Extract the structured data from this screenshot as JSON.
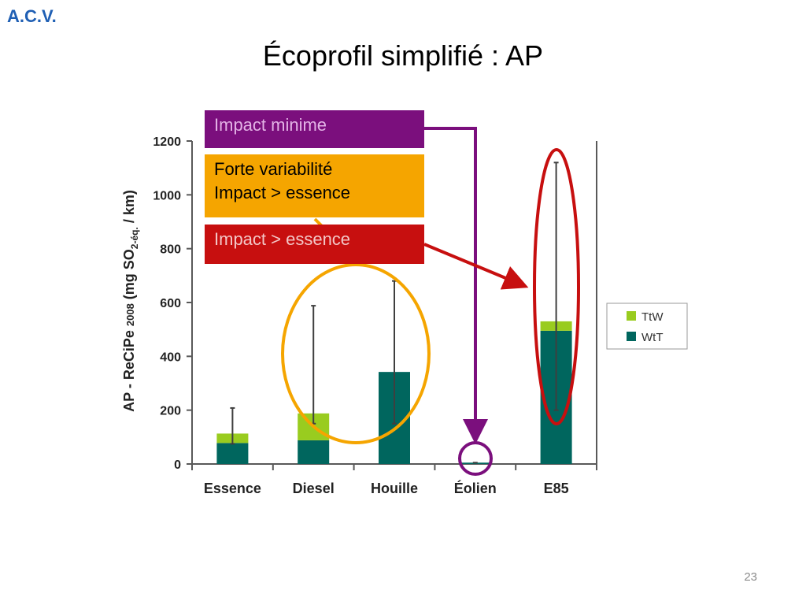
{
  "header": {
    "brand": "A.C.V.",
    "title": "Écoprofil simplifié : AP"
  },
  "footer": {
    "page_number": "23"
  },
  "colors": {
    "wtt": "#00665e",
    "ttw": "#99cc1f",
    "error_bar": "#3f3f3f",
    "axis": "#595959",
    "purple": "#7b0f7d",
    "orange": "#f5a500",
    "red": "#c70f0f",
    "brand": "#1f5fb4"
  },
  "callouts": {
    "minimal": "Impact minime",
    "variability_line1": "Forte variabilité",
    "variability_line2": "Impact > essence",
    "greater": "Impact > essence"
  },
  "chart_data": {
    "type": "bar",
    "stacked": true,
    "categories": [
      "Essence",
      "Diesel",
      "Houille",
      "Éolien",
      "E85"
    ],
    "ylabel_main": "AP - ReCiPe ",
    "ylabel_small": "2008",
    "ylabel_unit": " (mg SO",
    "ylabel_sub": "2-éq.",
    "ylabel_end": " / km)",
    "ylim": [
      0,
      1200
    ],
    "yticks": [
      "0",
      "200",
      "400",
      "600",
      "800",
      "1000",
      "1200"
    ],
    "series": [
      {
        "name": "WtT",
        "values": [
          78,
          88,
          342,
          5,
          495
        ]
      },
      {
        "name": "TtW",
        "values": [
          35,
          100,
          0,
          0,
          35
        ]
      }
    ],
    "error_bars": [
      {
        "low": 75,
        "high": 208
      },
      {
        "low": 150,
        "high": 588
      },
      {
        "low": 150,
        "high": 680
      },
      {
        "low": 5,
        "high": 5
      },
      {
        "low": 200,
        "high": 1120
      }
    ],
    "legend": {
      "position": "right",
      "items": [
        "TtW",
        "WtT"
      ]
    },
    "grid": false
  }
}
